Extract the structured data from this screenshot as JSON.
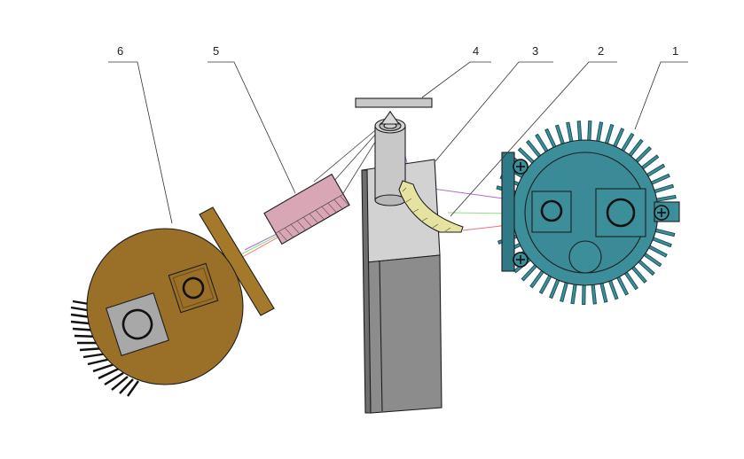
{
  "callouts": [
    {
      "id": "1",
      "label": "1"
    },
    {
      "id": "2",
      "label": "2"
    },
    {
      "id": "3",
      "label": "3"
    },
    {
      "id": "4",
      "label": "4"
    },
    {
      "id": "5",
      "label": "5"
    },
    {
      "id": "6",
      "label": "6"
    }
  ],
  "colors": {
    "right_housing": "#3c8e9a",
    "left_housing": "#9a7028",
    "mount_plate": "#a47a2a",
    "filter_block": "#d9a6b6",
    "lens": "#e6e3a0",
    "column_light": "#d2d2d2",
    "column_dark": "#8c8c8c",
    "beam_red": "#f07070",
    "beam_green": "#8fe07a",
    "beam_violet": "#b06ad8"
  }
}
